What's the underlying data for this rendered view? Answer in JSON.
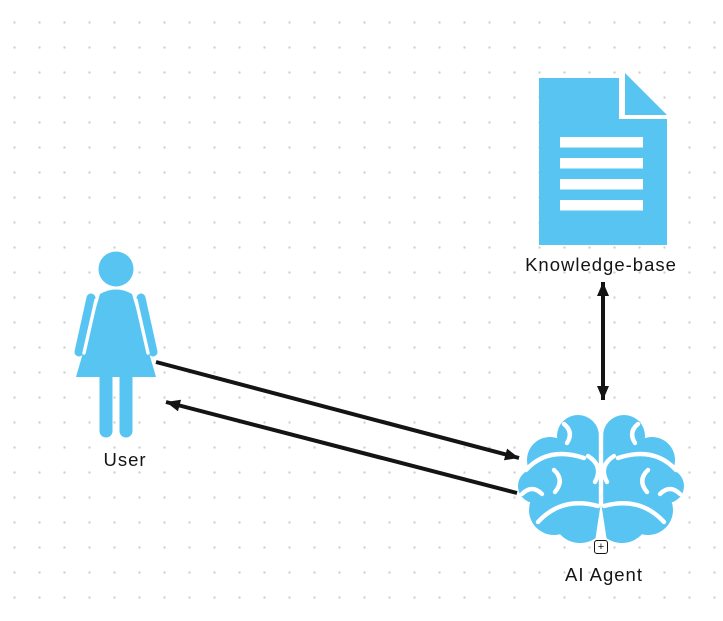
{
  "colors": {
    "accent": "#57C4F1",
    "ink": "#141414",
    "grid_dot": "#d3d3d3",
    "background": "#ffffff"
  },
  "nodes": {
    "user": {
      "label": "User",
      "icon": "woman-figure-icon"
    },
    "knowledge_base": {
      "label": "Knowledge-base",
      "icon": "document-icon"
    },
    "ai_agent": {
      "label": "AI Agent",
      "icon": "brain-icon",
      "attachment_toggle": "+"
    }
  },
  "edges": [
    {
      "from": "User",
      "to": "AI Agent",
      "type": "arrow"
    },
    {
      "from": "AI Agent",
      "to": "User",
      "type": "arrow"
    },
    {
      "from": "AI Agent",
      "to": "Knowledge-base",
      "type": "double-arrow"
    }
  ]
}
